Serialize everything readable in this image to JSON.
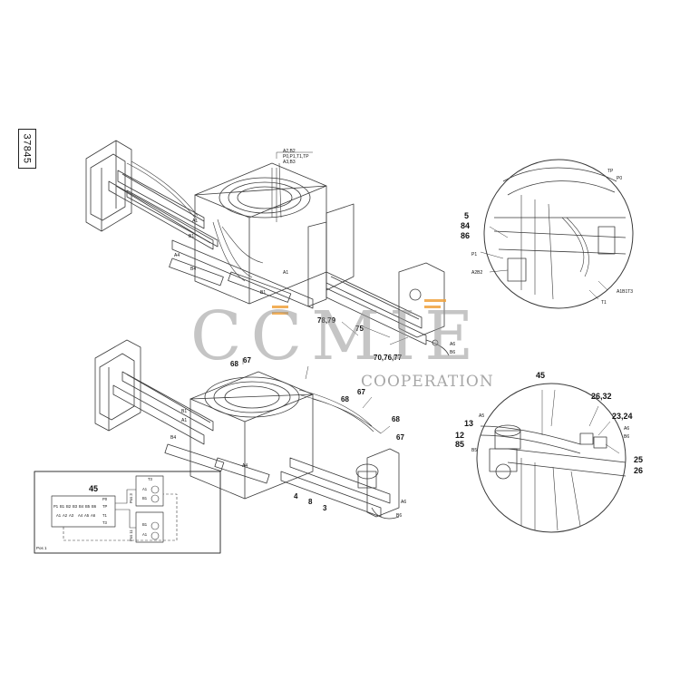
{
  "drawing_id": "37845",
  "watermark": {
    "main": "CCMIE",
    "sub": "COOPERATION",
    "accent": "#f0a23c"
  },
  "colors": {
    "line": "#3a3a3a",
    "callout": "#111111"
  },
  "top_assembly": {
    "callouts": [
      "A2,B2",
      "P0,P1,T1,TP",
      "A3,B3",
      "A1",
      "B1",
      "A4",
      "B4",
      "A1",
      "B1",
      "78,79",
      "75",
      "70,76,77",
      "A6",
      "B6"
    ]
  },
  "bottom_assembly": {
    "callouts": [
      "68",
      "67",
      "68",
      "67",
      "68",
      "67",
      "B1",
      "A1",
      "B4",
      "A4",
      "4",
      "8",
      "3",
      "A6",
      "B6"
    ]
  },
  "detail_top_right": {
    "callouts": [
      "TP",
      "P0",
      "5",
      "84",
      "86",
      "P1",
      "A2B2",
      "A1B1T3",
      "T1"
    ]
  },
  "detail_bottom_right": {
    "callouts": [
      "45",
      "26,32",
      "23,24",
      "13",
      "12",
      "85",
      "A5",
      "B5",
      "A6",
      "B6",
      "25",
      "26"
    ]
  },
  "schematic": {
    "number": "45",
    "row1": [
      "P1",
      "B1",
      "B2",
      "B3",
      "B4",
      "B5",
      "B6",
      "TP",
      "P0"
    ],
    "row2": [
      "A1",
      "A2",
      "A3",
      "A4",
      "A5",
      "A6",
      "T1",
      "T3"
    ],
    "right": [
      "T3",
      "A1",
      "B1",
      "Pos 3",
      "B1",
      "A1",
      "Pos 11"
    ],
    "caption": "Pos 1"
  }
}
